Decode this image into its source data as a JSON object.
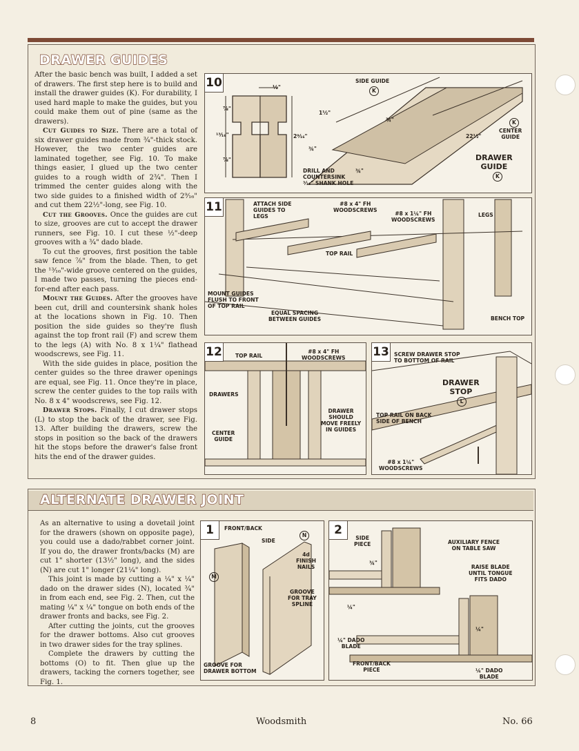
{
  "section1": {
    "heading": "DRAWER GUIDES",
    "paragraphs": [
      {
        "lead": "",
        "text": "After the basic bench was built, I added a set of drawers. The first step here is to build and install the drawer guides (K). For durability, I used hard maple to make the guides, but you could make them out of pine (same as the drawers)."
      },
      {
        "lead": "Cut Guides to Size.",
        "text": " There are a total of six drawer guides made from ¾\"-thick stock. However, the two center guides are laminated together, see Fig. 10. To make things easier, I glued up the two center guides to a rough width of 2¾\". Then I trimmed the center guides along with the two side guides to a finished width of 2⁹⁄₁₆\" and cut them 22½\"-long, see Fig. 10."
      },
      {
        "lead": "Cut the Grooves.",
        "text": " Once the guides are cut to size, grooves are cut to accept the drawer runners, see Fig. 10. I cut these ½\"-deep grooves with a ¾\" dado blade."
      },
      {
        "lead": "",
        "text": "To cut the grooves, first position the table saw fence ⅞\" from the blade. Then, to get the ¹³⁄₁₆\"-wide groove centered on the guides, I made two passes, turning the pieces end-for-end after each pass."
      },
      {
        "lead": "Mount the Guides.",
        "text": " After the grooves have been cut, drill and countersink shank holes at the locations shown in Fig. 10. Then position the side guides so they're flush against the top front rail (F) and screw them to the legs (A) with No. 8 x 1¼\" flathead woodscrews, see Fig. 11."
      },
      {
        "lead": "",
        "text": "With the side guides in place, position the center guides so the three drawer openings are equal, see Fig. 11. Once they're in place, screw the center guides to the top rails with No. 8 x 4\" woodscrews, see Fig. 12."
      },
      {
        "lead": "Drawer Stops.",
        "text": " Finally, I cut drawer stops (L) to stop the back of the drawer, see Fig. 13. After building the drawers, screw the stops in position so the back of the drawers hit the stops before the drawer's false front hits the end of the drawer guides."
      }
    ]
  },
  "fig10": {
    "num": "10",
    "labels": [
      "½\"",
      "⅞\"",
      "¹³⁄₁₆\"",
      "⅞\"",
      "2⁹⁄₁₆\"",
      "1½\"",
      "¾\"",
      "¾\"",
      "¾\"",
      "22½\"",
      "SIDE GUIDE",
      "K",
      "K",
      "CENTER\nGUIDE",
      "DRILL AND\nCOUNTERSINK\n³⁄₁₆\" SHANK HOLE",
      "DRAWER\nGUIDE",
      "K"
    ]
  },
  "fig11": {
    "num": "11",
    "labels": [
      "ATTACH SIDE\nGUIDES TO\nLEGS",
      "#8 x 4\" FH\nWOODSCREWS",
      "#8 x 1¼\" FH\nWOODSCREWS",
      "LEGS",
      "TOP RAIL",
      "MOUNT GUIDES\nFLUSH TO FRONT\nOF TOP RAIL",
      "EQUAL SPACING\nBETWEEN GUIDES",
      "BENCH TOP"
    ]
  },
  "fig12": {
    "num": "12",
    "labels": [
      "TOP RAIL",
      "#8 x 4\" FH\nWOODSCREWS",
      "DRAWERS",
      "DRAWER\nSHOULD\nMOVE FREELY\nIN GUIDES",
      "CENTER\nGUIDE"
    ]
  },
  "fig13": {
    "num": "13",
    "labels": [
      "SCREW DRAWER STOP\nTO BOTTOM OF RAIL",
      "DRAWER\nSTOP",
      "L",
      "TOP RAIL ON BACK\nSIDE OF BENCH",
      "#8 x 1¼\"\nWOODSCREWS"
    ]
  },
  "section2": {
    "heading": "ALTERNATE DRAWER JOINT",
    "paragraphs": [
      {
        "text": "As an alternative to using a dovetail joint for the drawers (shown on opposite page), you could use a dado/rabbet corner joint. If you do, the drawer fronts/backs (M) are cut 1\" shorter (13½\" long), and the sides (N) are cut 1\" longer (21¼\" long)."
      },
      {
        "text": "This joint is made by cutting a ¼\" x ¼\" dado on the drawer sides (N), located ¾\" in from each end, see Fig. 2. Then, cut the mating ¼\" x ¼\" tongue on both ends of the drawer fronts and backs, see Fig. 2."
      },
      {
        "text": "After cutting the joints, cut the grooves for the drawer bottoms. Also cut grooves in two drawer sides for the tray splines."
      },
      {
        "text": "Complete the drawers by cutting the bottoms (O) to fit. Then glue up the drawers, tacking the corners together, see Fig. 1."
      }
    ]
  },
  "figA1": {
    "num": "1",
    "labels": [
      "FRONT/BACK",
      "SIDE",
      "N",
      "M",
      "4d\nFINISH\nNAILS",
      "GROOVE\nFOR TRAY\nSPLINE",
      "GROOVE FOR\nDRAWER BOTTOM"
    ]
  },
  "figA2": {
    "num": "2",
    "labels": [
      "SIDE\nPIECE",
      "¾\"",
      "AUXILIARY FENCE\nON TABLE SAW",
      "RAISE BLADE\nUNTIL TONGUE\nFITS DADO",
      "¼\"",
      "¼\"",
      "¼\" DADO\nBLADE",
      "FRONT/BACK\nPIECE",
      "¼\" DADO\nBLADE"
    ]
  },
  "footer": {
    "page": "8",
    "magazine": "Woodsmith",
    "issue": "No. 66"
  }
}
